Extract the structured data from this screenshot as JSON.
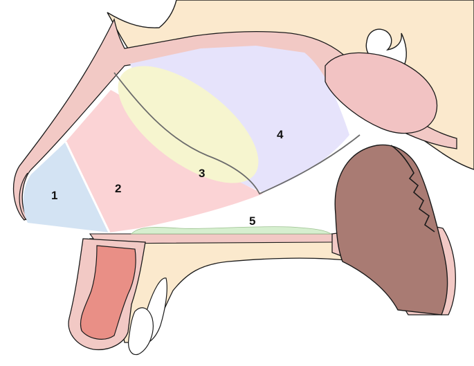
{
  "diagram": {
    "labels": {
      "r1": "1",
      "r2": "2",
      "r3": "3",
      "r4": "4",
      "r5": "5"
    },
    "colors": {
      "bone": "#fbe9cd",
      "soft_tissue": "#f2c9c5",
      "outline": "#1a1a1a",
      "region_1": "#d3e3f3",
      "region_2": "#fbd3d5",
      "region_3": "#f6f5cf",
      "region_4": "#e6e3fb",
      "region_5": "#d6efcf",
      "turbinate": "#f2c3c3",
      "tongue": "#a97b73",
      "incisor_root": "#e98f86",
      "tooth": "#ffffff"
    }
  }
}
